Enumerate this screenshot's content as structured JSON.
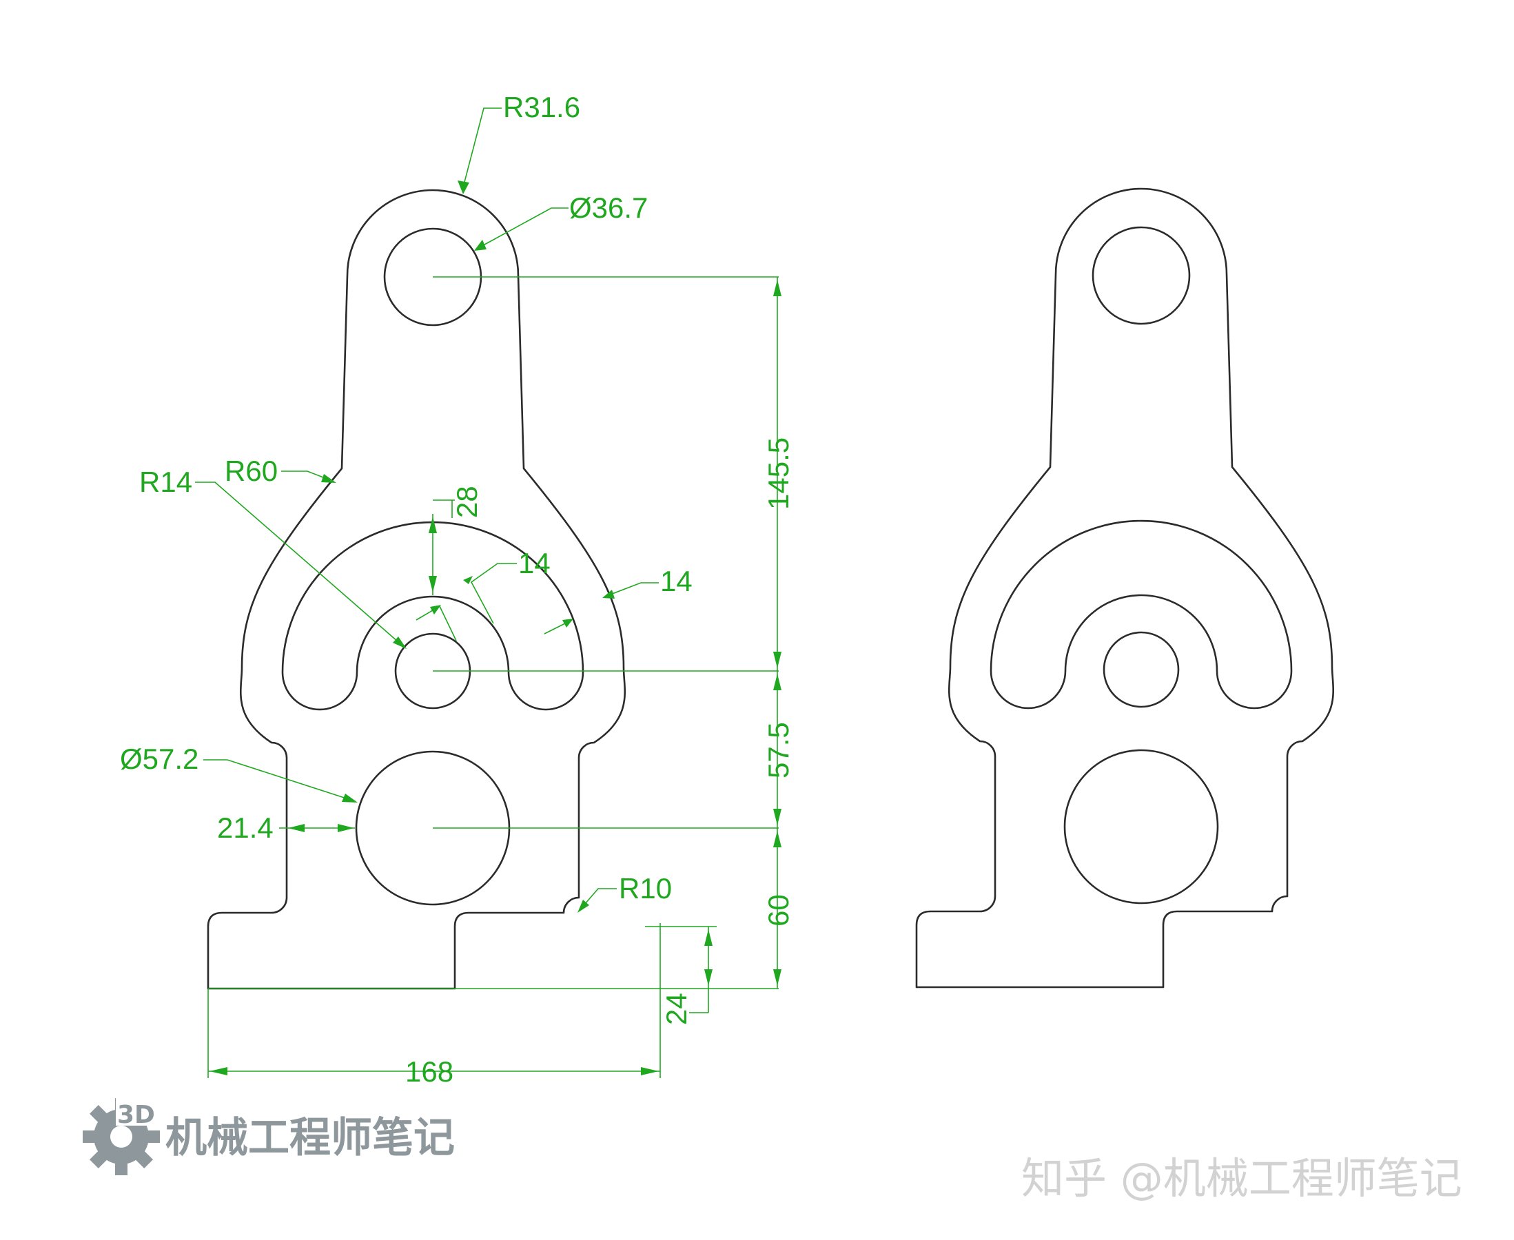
{
  "dimensions": {
    "r31_6": "R31.6",
    "d36_7": "Ø36.7",
    "r14": "R14",
    "r60": "R60",
    "d28": "28",
    "d14_inner": "14",
    "d14_outer": "14",
    "d145_5": "145.5",
    "d57_5": "57.5",
    "d57_2": "Ø57.2",
    "d21_4": "21.4",
    "r10": "R10",
    "d60": "60",
    "d24": "24",
    "d168": "168"
  },
  "watermark": {
    "logo_badge": "3D",
    "logo_text": "机械工程师笔记",
    "zhihu_text": "知乎 @机械工程师笔记"
  },
  "colors": {
    "part_outline": "#2b2b2b",
    "dimension": "#1fa81f",
    "watermark": "#8e979c",
    "zhihu_watermark": "#d2d2d2"
  }
}
